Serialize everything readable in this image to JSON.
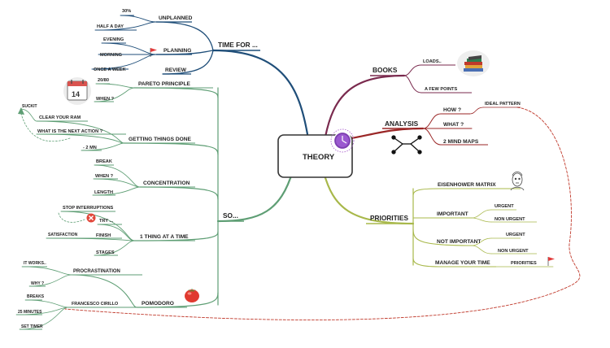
{
  "colors": {
    "time_for": "#1f4e79",
    "so": "#5e9e74",
    "books": "#7a2a4e",
    "analysis": "#9a2626",
    "priorities": "#a8b84a",
    "dashed_link": "#c0392b",
    "center_fill": "#ffffff",
    "center_stroke": "#333333"
  },
  "icons": {
    "center": "clock-icon",
    "books": "books-icon",
    "analysis": "network-icon",
    "priorities": "person-sketch-icon",
    "planning": "red-flag-icon",
    "manage_your_time": "red-flag-icon",
    "pareto": "calendar-icon",
    "pomodoro": "tomato-icon",
    "one_thing": "red-x-icon"
  },
  "map": {
    "center": "THEORY",
    "calendar_day": "14",
    "time_for": {
      "label": "TIME FOR ...",
      "unplanned": {
        "label": "UNPLANNED",
        "items": [
          "30%",
          "HALF A DAY"
        ]
      },
      "planning": {
        "label": "PLANNING",
        "items": [
          "EVENING",
          "MORNING",
          "ONCE A WEEK"
        ]
      },
      "review": {
        "label": "REVIEW"
      }
    },
    "so": {
      "label": "SO...",
      "pareto": {
        "label": "PARETO PRINCIPLE",
        "items": [
          "20/80",
          "WHEN ?"
        ]
      },
      "gtd": {
        "label": "GETTING THINGS DONE",
        "items": [
          "CLEAR YOUR RAM",
          "WHAT IS THE NEXT ACTION ?",
          "- 2 MN"
        ],
        "sub": [
          "SUCKIT"
        ]
      },
      "concentration": {
        "label": "CONCENTRATION",
        "items": [
          "BREAK",
          "WHEN ?",
          "LENGTH"
        ]
      },
      "one_thing": {
        "label": "1 THING AT A TIME",
        "items": [
          "STOP INTERRUPTIONS",
          "TRY ...",
          "FINISH",
          "STAGES"
        ],
        "sub": [
          "SATISFACTION"
        ]
      },
      "pomodoro": {
        "label": "POMODORO",
        "procrastination": {
          "label": "PROCRASTINATION",
          "items": [
            "IT WORKS..",
            "WHY ?"
          ]
        },
        "cirillo": {
          "label": "FRANCESCO CIRILLO",
          "items": [
            "BREAKS",
            "25 MINUTES",
            "SET TIMER"
          ]
        }
      }
    },
    "books": {
      "label": "BOOKS",
      "items": [
        "LOADS..",
        "A FEW POINTS"
      ]
    },
    "analysis": {
      "label": "ANALYSIS",
      "items": [
        "HOW ?",
        "WHAT ?",
        "2 MIND MAPS"
      ],
      "sub": [
        "IDEAL PATTERN"
      ]
    },
    "priorities": {
      "label": "PRIORITIES",
      "eisenhower": {
        "label": "EISENHOWER MATRIX"
      },
      "important": {
        "label": "IMPORTANT",
        "items": [
          "URGENT",
          "NON URGENT"
        ]
      },
      "not_important": {
        "label": "NOT IMPORTANT",
        "items": [
          "URGENT",
          "NON URGENT"
        ]
      },
      "manage": {
        "label": "MANAGE YOUR TIME",
        "items": [
          "PRIORITIES"
        ]
      }
    }
  }
}
